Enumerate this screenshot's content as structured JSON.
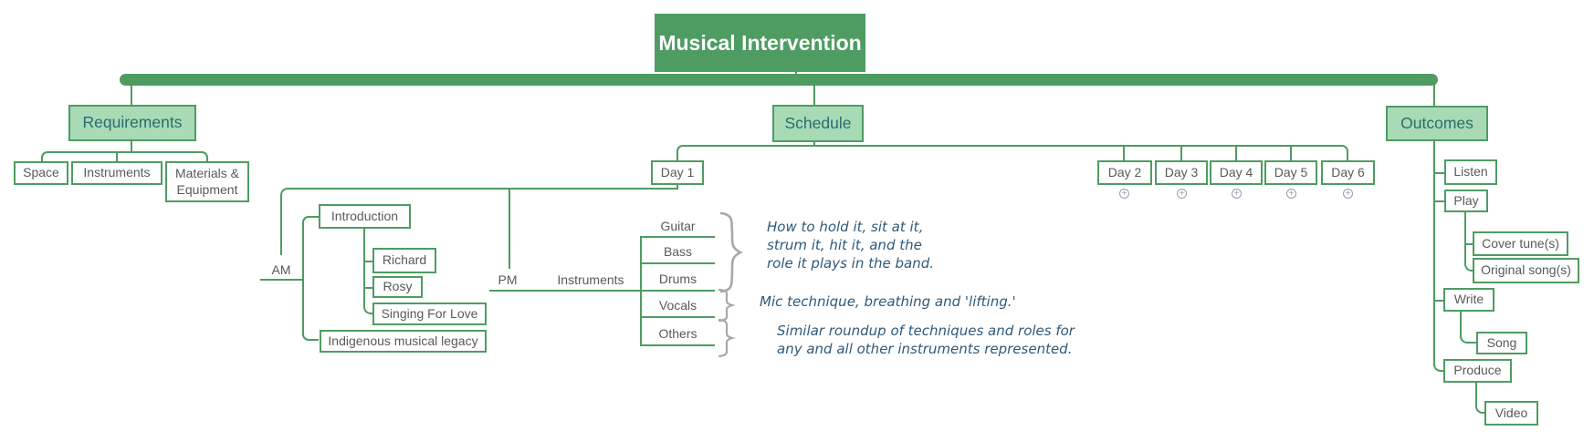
{
  "colors": {
    "green": "#4e9c62",
    "light_green": "#a8dab5",
    "teal_text": "#2d6b70",
    "gray_text": "#595959",
    "note_text": "#30597a",
    "brace": "#a8a8a8"
  },
  "root": {
    "label": "Musical Intervention"
  },
  "requirements": {
    "label": "Requirements",
    "children": [
      {
        "label": "Space"
      },
      {
        "label": "Instruments"
      },
      {
        "label": "Materials & Equipment"
      }
    ]
  },
  "schedule": {
    "label": "Schedule",
    "expand_icon": "+",
    "day1": {
      "label": "Day 1",
      "am": {
        "label": "AM",
        "introduction": {
          "label": "Introduction",
          "children": [
            {
              "label": "Richard"
            },
            {
              "label": "Rosy"
            },
            {
              "label": "Singing For Love"
            }
          ]
        },
        "legacy": {
          "label": "Indigenous musical legacy"
        }
      },
      "pm": {
        "label": "PM",
        "instruments": {
          "label": "Instruments",
          "items": [
            {
              "label": "Guitar"
            },
            {
              "label": "Bass"
            },
            {
              "label": "Drums"
            },
            {
              "label": "Vocals"
            },
            {
              "label": "Others"
            }
          ]
        }
      }
    },
    "collapsed_days": [
      {
        "label": "Day 2"
      },
      {
        "label": "Day 3"
      },
      {
        "label": "Day 4"
      },
      {
        "label": "Day 5"
      },
      {
        "label": "Day 6"
      }
    ]
  },
  "notes": {
    "guitar_bass_drums": "How to hold it, sit at it,\nstrum it, hit it, and the\nrole it plays in the band.",
    "vocals": "Mic technique, breathing and 'lifting.'",
    "others": "Similar roundup of techniques and roles for\nany and all other instruments represented."
  },
  "outcomes": {
    "label": "Outcomes",
    "children": [
      {
        "label": "Listen"
      },
      {
        "label": "Play",
        "children": [
          {
            "label": "Cover tune(s)"
          },
          {
            "label": "Original song(s)"
          }
        ]
      },
      {
        "label": "Write",
        "children": [
          {
            "label": "Song"
          }
        ]
      },
      {
        "label": "Produce",
        "children": [
          {
            "label": "Video"
          }
        ]
      }
    ]
  }
}
